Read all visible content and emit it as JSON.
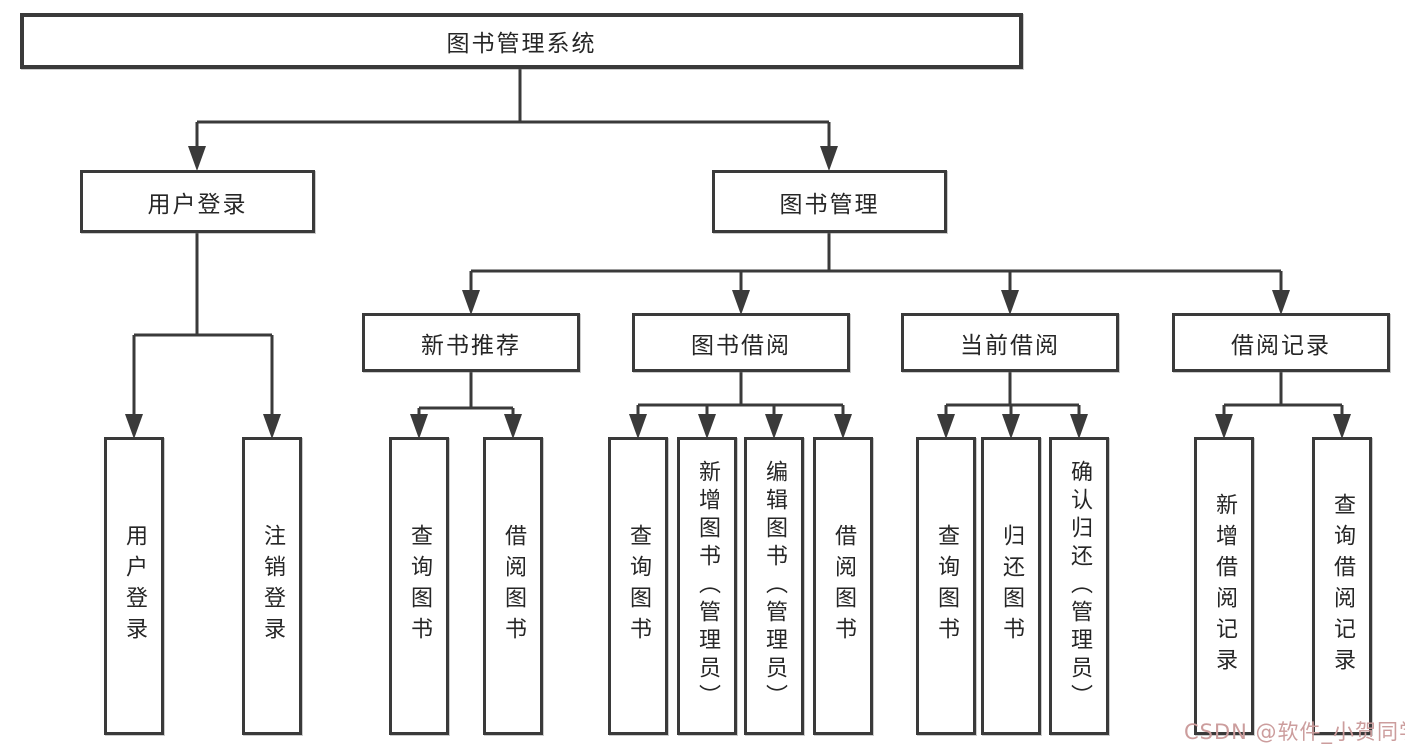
{
  "diagram": {
    "root": {
      "label": "图书管理系统"
    },
    "children": [
      {
        "label": "用户登录",
        "children": [
          {
            "label": "用户登录"
          },
          {
            "label": "注销登录"
          }
        ]
      },
      {
        "label": "图书管理",
        "children": [
          {
            "label": "新书推荐",
            "children": [
              {
                "label": "查询图书"
              },
              {
                "label": "借阅图书"
              }
            ]
          },
          {
            "label": "图书借阅",
            "children": [
              {
                "label": "查询图书"
              },
              {
                "label": "新增图书（管理员）"
              },
              {
                "label": "编辑图书（管理员）"
              },
              {
                "label": "借阅图书"
              }
            ]
          },
          {
            "label": "当前借阅",
            "children": [
              {
                "label": "查询图书"
              },
              {
                "label": "归还图书"
              },
              {
                "label": "确认归还（管理员）"
              }
            ]
          },
          {
            "label": "借阅记录",
            "children": [
              {
                "label": "新增借阅记录"
              },
              {
                "label": "查询借阅记录"
              }
            ]
          }
        ]
      }
    ]
  },
  "watermark": {
    "text": "CSDN @软件_小贺同学",
    "color": "#cc9d9d"
  },
  "colors": {
    "line": "#3a3a3a",
    "text": "#262626",
    "background": "#ffffff"
  }
}
